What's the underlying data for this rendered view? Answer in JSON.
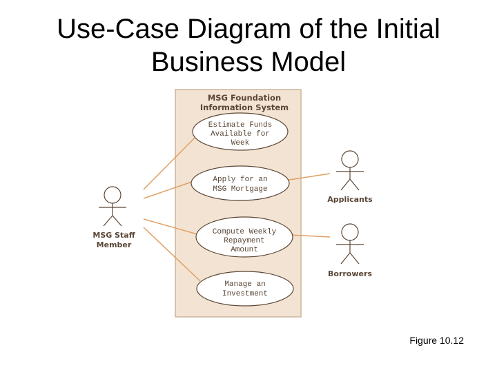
{
  "slide": {
    "title_line1": "Use-Case Diagram of the Initial",
    "title_line2": "Business Model",
    "caption": "Figure 10.12"
  },
  "diagram": {
    "system_label_line1": "MSG Foundation",
    "system_label_line2": "Information System",
    "use_cases": [
      {
        "lines": [
          "Estimate Funds",
          "Available for",
          "Week"
        ]
      },
      {
        "lines": [
          "Apply for an",
          "MSG Mortgage"
        ]
      },
      {
        "lines": [
          "Compute Weekly",
          "Repayment",
          "Amount"
        ]
      },
      {
        "lines": [
          "Manage an",
          "Investment"
        ]
      }
    ],
    "actors": {
      "staff_line1": "MSG Staff",
      "staff_line2": "Member",
      "applicants": "Applicants",
      "borrowers": "Borrowers"
    },
    "colors": {
      "boundary_fill": "#f3e3d3",
      "boundary_stroke": "#cdb49a",
      "line_color": "#e0a062",
      "text_color": "#5a4636"
    }
  }
}
